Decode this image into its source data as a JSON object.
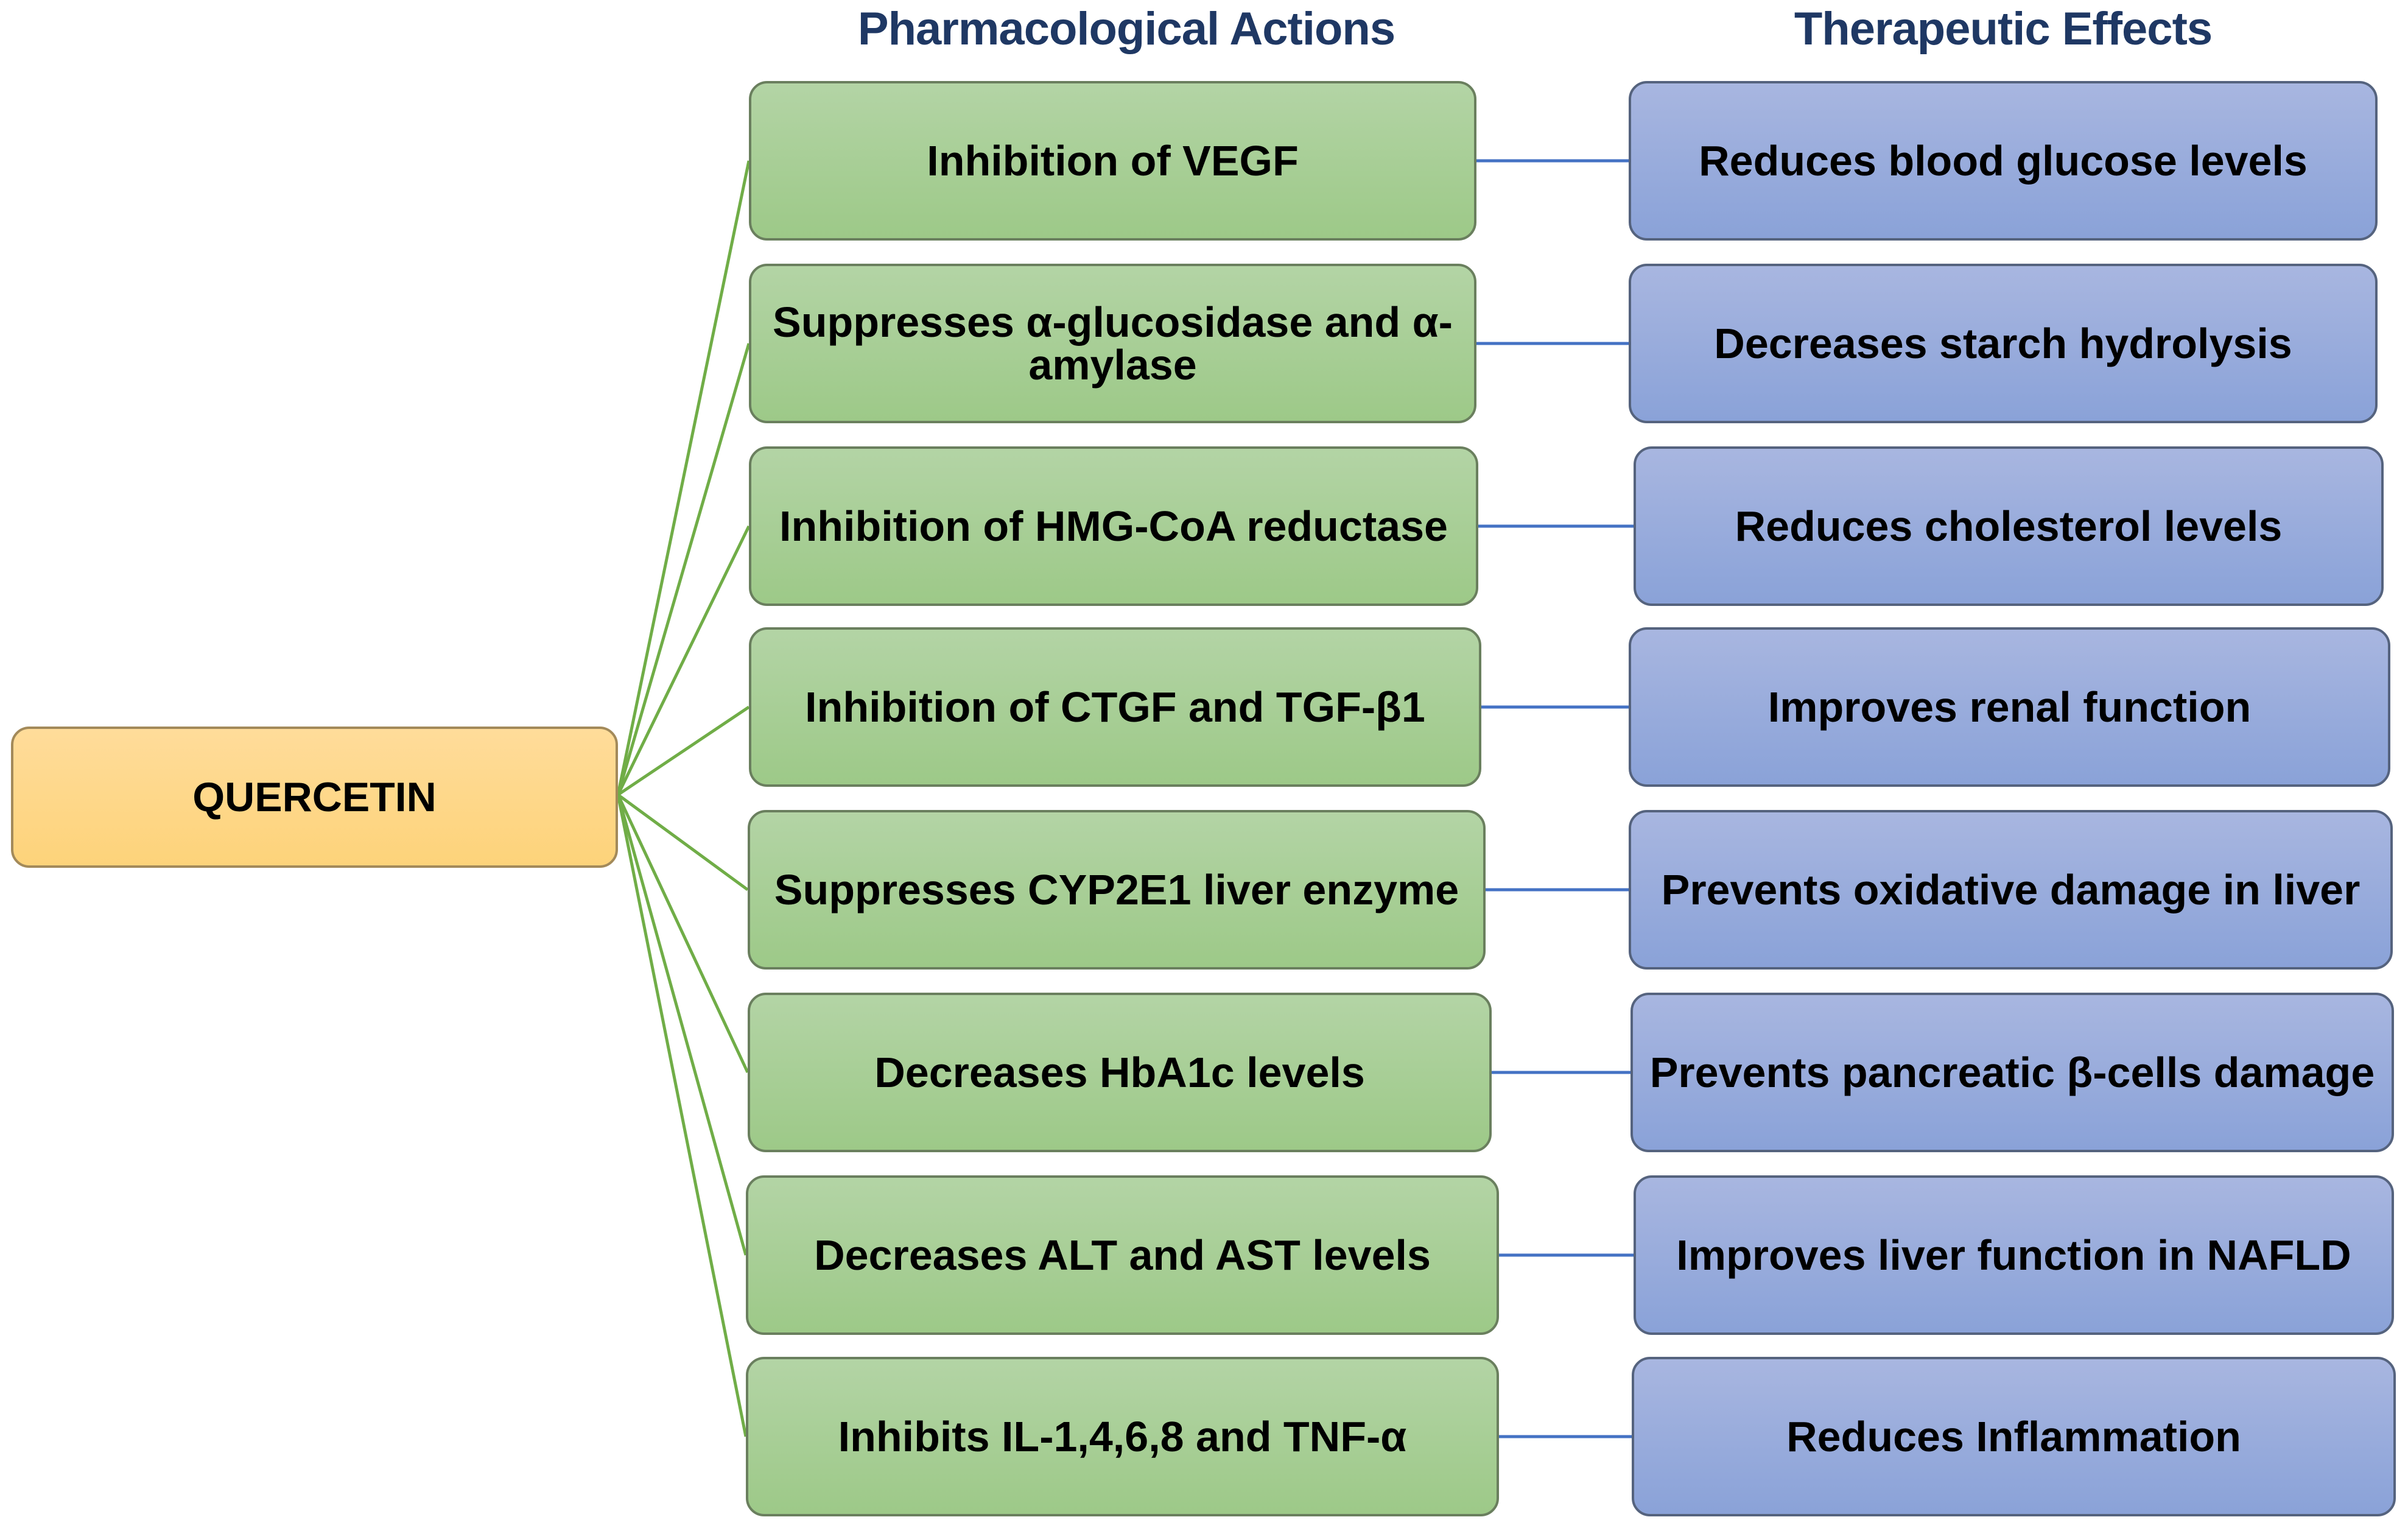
{
  "headers": {
    "actions": "Pharmacological Actions",
    "effects": "Therapeutic Effects"
  },
  "root": {
    "label": "QUERCETIN"
  },
  "colors": {
    "header_text": "#1f3864",
    "root_fill": "#fdd37a",
    "action_fill": "#a9cf97",
    "effect_fill": "#98aadc",
    "root_to_action_line": "#70ad47",
    "action_to_effect_line": "#4472c4"
  },
  "rows": [
    {
      "action": "Inhibition of VEGF",
      "effect": "Reduces blood glucose levels"
    },
    {
      "action": "Suppresses α-glucosidase and α-amylase",
      "effect": "Decreases starch hydrolysis"
    },
    {
      "action": "Inhibition of HMG-CoA reductase",
      "effect": "Reduces cholesterol levels"
    },
    {
      "action": "Inhibition of CTGF and TGF-β1",
      "effect": "Improves renal function"
    },
    {
      "action": "Suppresses CYP2E1 liver enzyme",
      "effect": "Prevents oxidative damage in liver"
    },
    {
      "action": "Decreases HbA1c levels",
      "effect": "Prevents pancreatic β-cells damage"
    },
    {
      "action": "Decreases ALT and AST levels",
      "effect": "Improves liver function in NAFLD"
    },
    {
      "action": "Inhibits IL-1,4,6,8 and TNF-α",
      "effect": "Reduces Inflammation"
    }
  ]
}
